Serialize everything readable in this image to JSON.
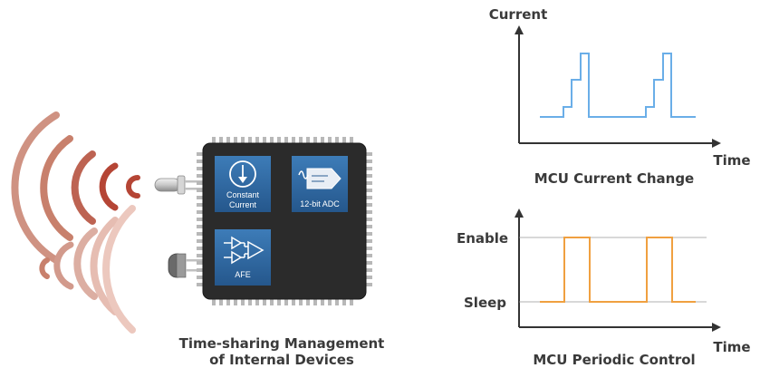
{
  "chip": {
    "blocks": {
      "constant_current": {
        "line1": "Constant",
        "line2": "Current"
      },
      "adc": {
        "label": "12-bit ADC"
      },
      "afe": {
        "label": "AFE"
      }
    },
    "caption_line1": "Time-sharing Management",
    "caption_line2": "of Internal Devices"
  },
  "current_chart": {
    "ylabel": "Current",
    "xlabel": "Time",
    "title": "MCU Current Change"
  },
  "control_chart": {
    "ylabel_high": "Enable",
    "ylabel_low": "Sleep",
    "xlabel": "Time",
    "title": "MCU Periodic Control"
  },
  "colors": {
    "current_line": "#6aaee8",
    "control_line": "#f0a040",
    "wave_dark": "#b54535",
    "wave_mid": "#c8806c",
    "wave_light": "#ecc8be",
    "chip_body": "#2b2b2b",
    "block_blue": "#2f6aa3",
    "text": "#3a3a3a"
  }
}
